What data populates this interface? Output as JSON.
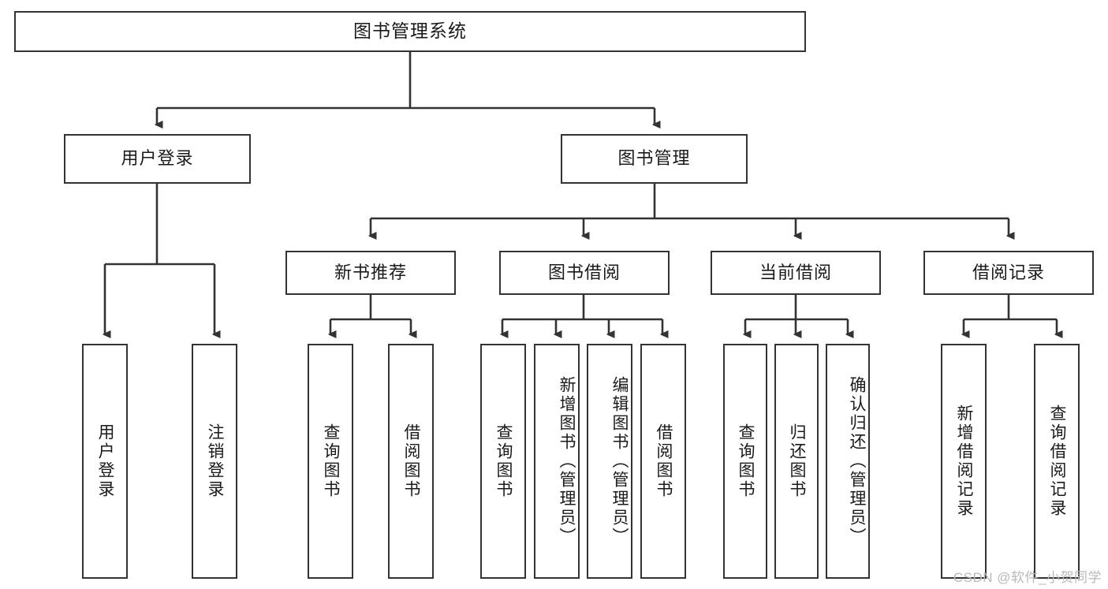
{
  "diagram": {
    "type": "hierarchy-tree",
    "title": "图书管理系统",
    "levels": 4,
    "watermark": "CSDN @软件_小贺同学",
    "colors": {
      "box_border": "#333333",
      "box_fill": "#ffffff",
      "connector": "#333333",
      "text": "#1a1a1a",
      "watermark": "#b9b9b9",
      "background": "#ffffff"
    },
    "root": {
      "label": "图书管理系统"
    },
    "level2": [
      {
        "label": "用户登录"
      },
      {
        "label": "图书管理"
      }
    ],
    "level3": [
      {
        "label": "新书推荐"
      },
      {
        "label": "图书借阅"
      },
      {
        "label": "当前借阅"
      },
      {
        "label": "借阅记录"
      }
    ],
    "leaves": {
      "user_login": [
        {
          "label": "用户登录"
        },
        {
          "label": "注销登录"
        }
      ],
      "new_book_recommend": [
        {
          "label": "查询图书"
        },
        {
          "label": "借阅图书"
        }
      ],
      "book_borrow": [
        {
          "label": "查询图书"
        },
        {
          "label": "新增图书（管理员）"
        },
        {
          "label": "编辑图书（管理员）"
        },
        {
          "label": "借阅图书"
        }
      ],
      "current_borrow": [
        {
          "label": "查询图书"
        },
        {
          "label": "归还图书"
        },
        {
          "label": "确认归还（管理员）"
        }
      ],
      "borrow_record": [
        {
          "label": "新增借阅记录"
        },
        {
          "label": "查询借阅记录"
        }
      ]
    }
  }
}
